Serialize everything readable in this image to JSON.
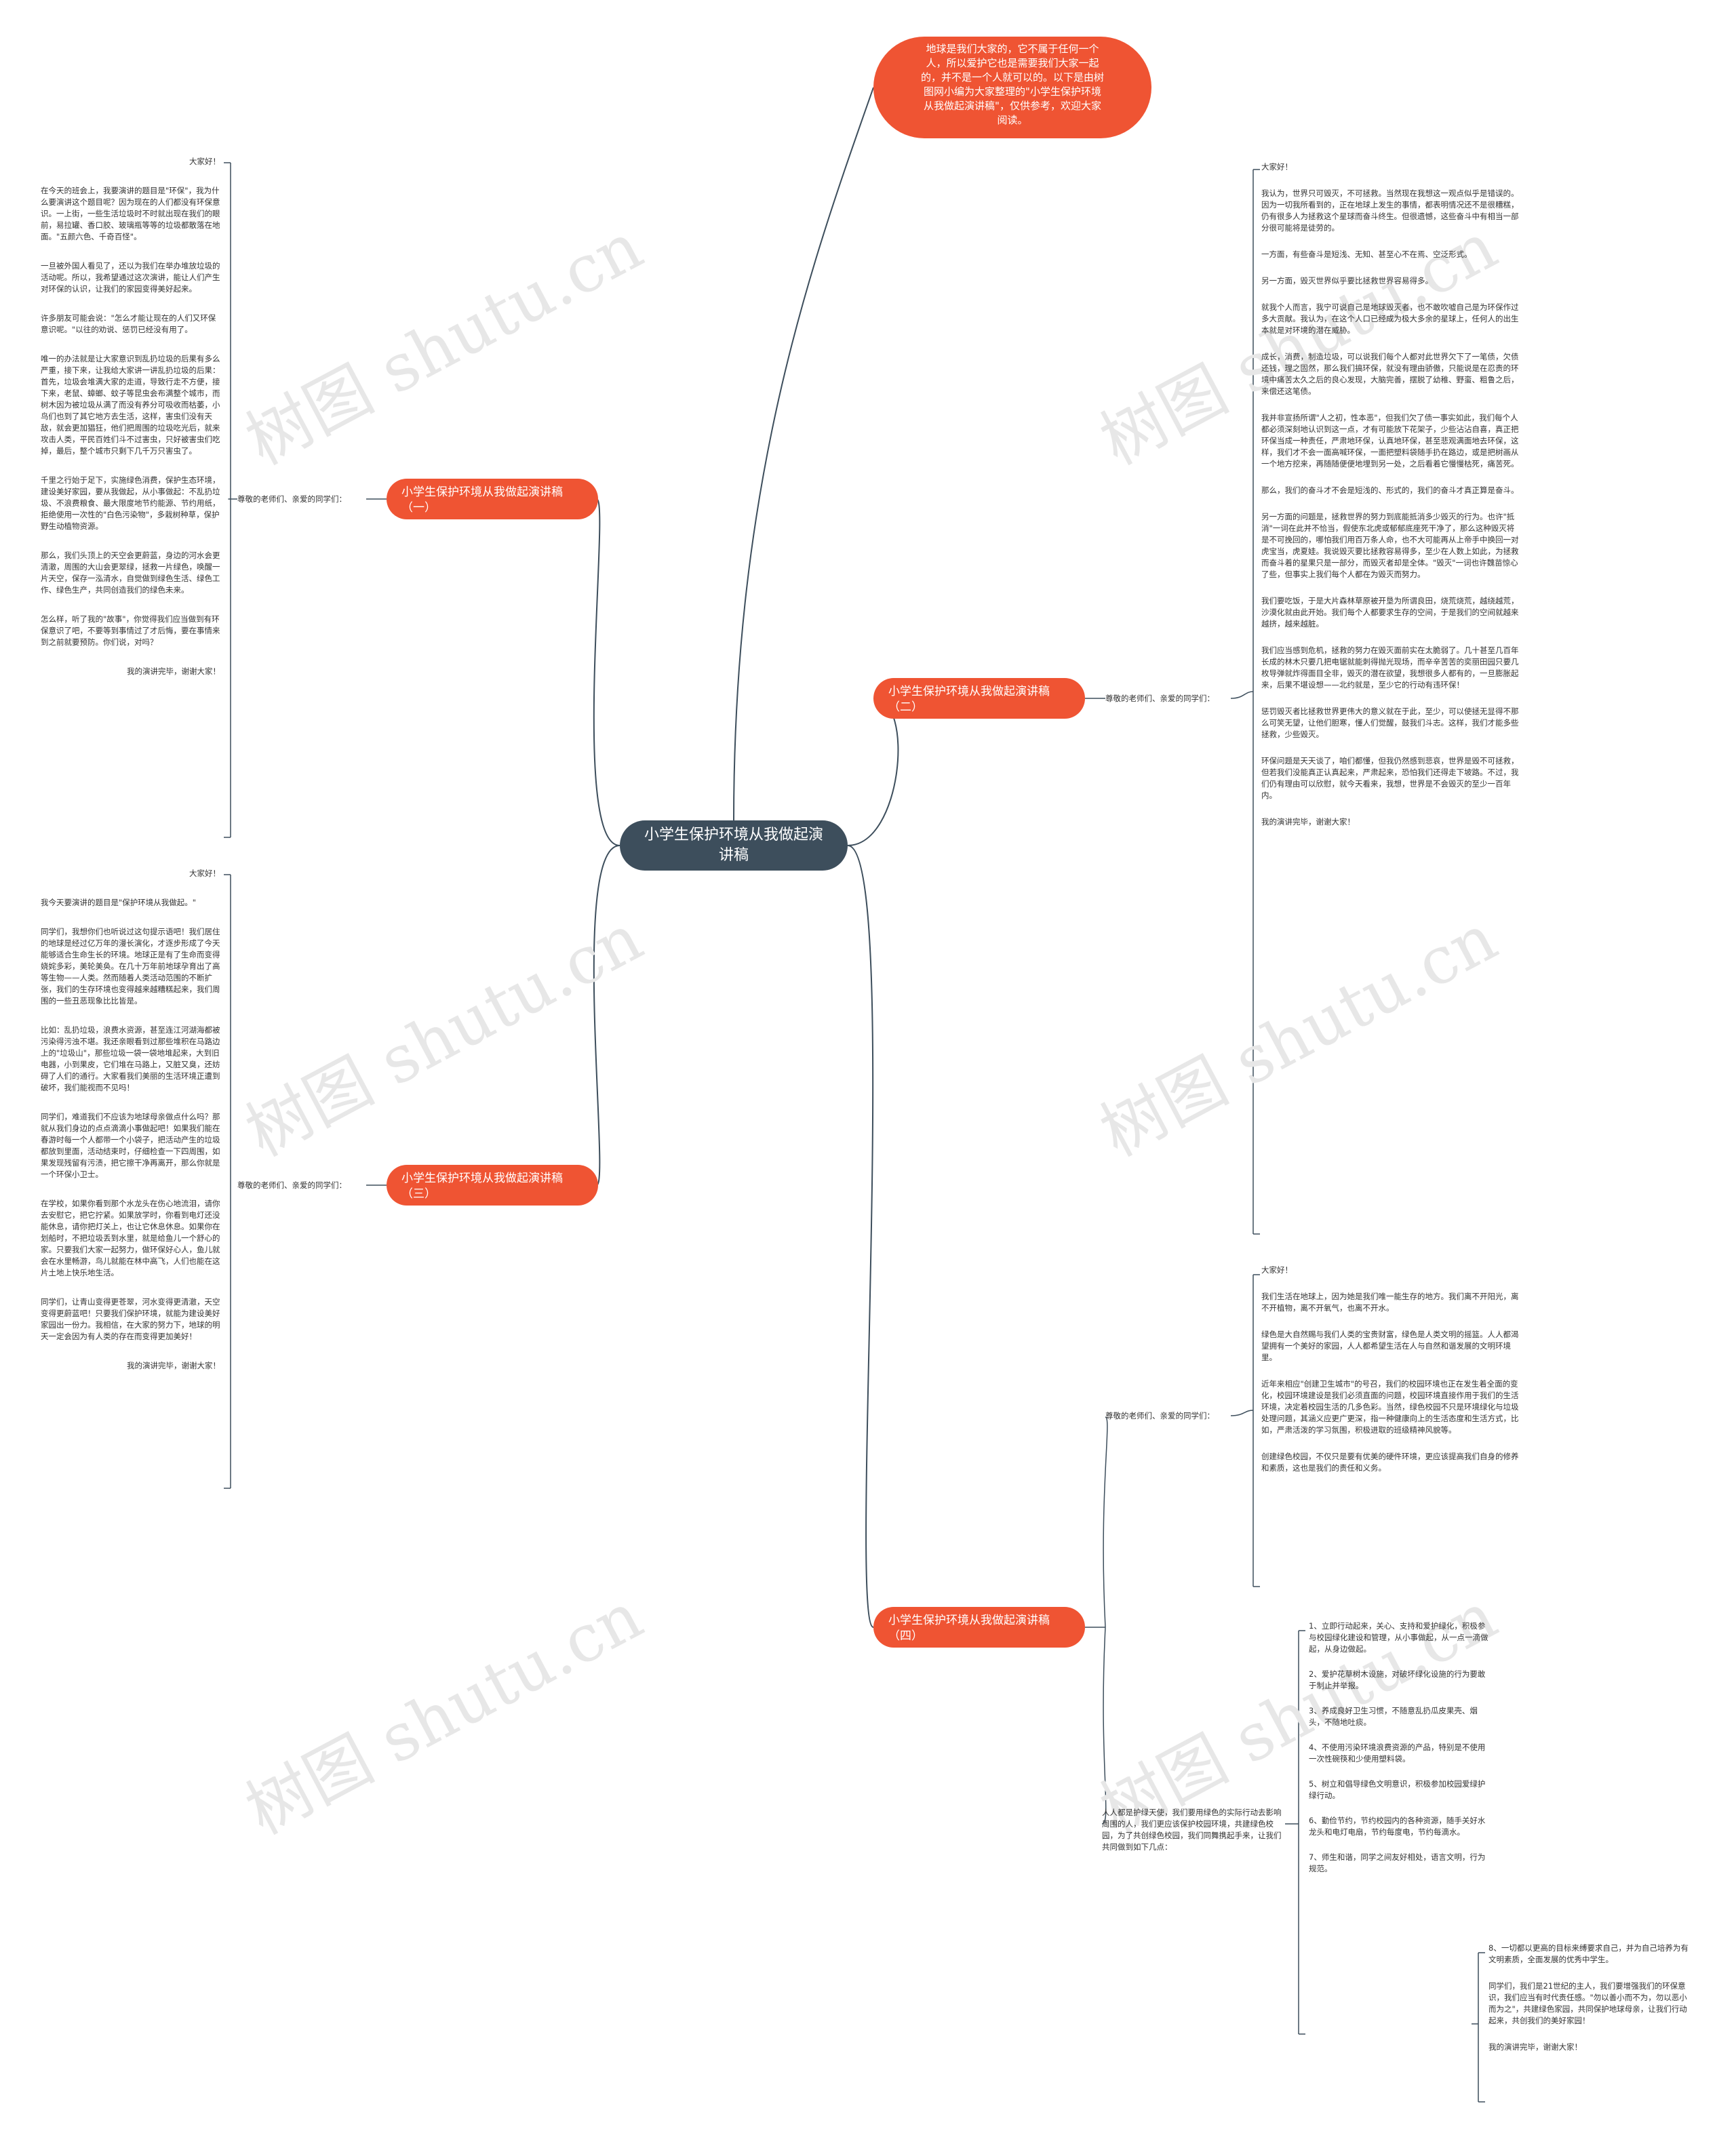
{
  "center": "小学生保护环境从我做起演讲稿",
  "intro": "地球是我们大家的，它不属于任何一个人，所以爱护它也是需要我们大家一起的，并不是一个人就可以的。以下是由树图网小编为大家整理的\"小学生保护环境从我做起演讲稿\"，仅供参考，欢迎大家阅读。",
  "watermark": "树图 shutu.cn",
  "branches": [
    {
      "title": "小学生保护环境从我做起演讲稿（一）",
      "greeting": "尊敬的老师们、亲爱的同学们：",
      "items": [
        "大家好！",
        "在今天的班会上，我要演讲的题目是\"环保\"，我为什么要演讲这个题目呢？因为现在的人们都没有环保意识。一上街，一些生活垃圾时不时就出现在我们的眼前，易拉罐、香口胶、玻璃瓶等等的垃圾都散落在地面。\"五颜六色、千奇百怪\"。",
        "一旦被外国人看见了，还以为我们在举办堆放垃圾的活动呢。所以，我希望通过这次演讲，能让人们产生对环保的认识，让我们的家园变得美好起来。",
        "许多朋友可能会说：\"怎么才能让现在的人们又环保意识呢。\"以往的劝说、惩罚已经没有用了。",
        "唯一的办法就是让大家意识到乱扔垃圾的后果有多么严重，接下来，让我给大家讲一讲乱扔垃圾的后果：首先，垃圾会堆满大家的走道，导致行走不方便，接下来，老鼠、蟑螂、蚊子等昆虫会布满整个城市，而树木因为被垃圾从满了而没有养分可吸收而枯萎，小鸟们也到了其它地方去生活，这样，害虫们没有天敌，就会更加猖狂，他们把周围的垃圾吃光后，就来攻击人类，平民百姓们斗不过害虫，只好被害虫们吃掉，最后，整个城市只剩下几千万只害虫了。",
        "千里之行始于足下，实施绿色消费，保护生态环境，建设美好家园，要从我做起，从小事做起：不乱扔垃圾、不浪费粮食、最大限度地节约能源、节约用纸，拒绝使用一次性的\"白色污染物\"，多栽树种草，保护野生动植物资源。",
        "那么，我们头顶上的天空会更蔚蓝，身边的河水会更清澈，周围的大山会更翠绿，拯救一片绿色，唤醒一片天空，保存一泓清水，自觉做到绿色生活、绿色工作、绿色生产，共同创造我们的绿色未来。",
        "怎么样，听了我的\"故事\"，你觉得我们应当做到有环保意识了吧，不要等到事情过了才后悔，要在事情来到之前就要预防。你们说，对吗？",
        "我的演讲完毕，谢谢大家！"
      ]
    },
    {
      "title": "小学生保护环境从我做起演讲稿（二）",
      "greeting": "尊敬的老师们、亲爱的同学们：",
      "items": [
        "大家好！",
        "我认为，世界只可毁灭，不可拯救。当然现在我想这一观点似乎是错误的。因为一切我所看到的，正在地球上发生的事情，都表明情况还不是很糟糕，仍有很多人为拯救这个星球而奋斗终生。但很遗憾，这些奋斗中有相当一部分很可能将是徒劳的。",
        "一方面，有些奋斗是短浅、无知、甚至心不在焉、空泛形式。",
        "另一方面，毁灭世界似乎要比拯救世界容易得多。",
        "就我个人而言，我宁可说自己是地球毁灭者，也不敢吹嘘自己是为环保作过多大贡献。我认为，在这个人口已经成为极大多余的星球上，任何人的出生本就是对环境的潜在威胁。",
        "成长，消费，制造垃圾，可以说我们每个人都对此世界欠下了一笔债，欠债还钱，理之固然，那么我们搞环保，就没有理由骄傲，只能说是在忍责的环境中痛苦太久之后的良心发现，大脑完善，摆脱了幼稚、野蛮、粗鲁之后，来偿还这笔债。",
        "我并非宣扬所谓\"人之初，性本恶\"，但我们欠了债一事实如此，我们每个人都必须深刻地认识到这一点，才有可能放下花架子，少些沾沾自喜，真正把环保当成一种责任，严肃地环保，认真地环保，甚至悲观满面地去环保，这样，我们才不会一面高喊环保，一面把塑料袋随手扔在路边，或是把树画从一个地方挖来，再随随便便地埋到另一处，之后看着它慢慢枯死，痛苦死。",
        "那么，我们的奋斗才不会是短浅的、形式的，我们的奋斗才真正算是奋斗。",
        "另一方面的问题是，拯救世界的努力到底能抵消多少毁灭的行为。也许\"抵消\"一词在此并不恰当，假使东北虎或郁郁底座死干净了，那么这种毁灭将是不可挽回的，哪怕我们用百万条人命，也不大可能再从上帝手中换回一对虎宝当，虎夏娃。我说毁灭要比拯救容易得多，至少在人数上如此，为拯救而奋斗着的星果只是一部分，而毁灭者却是全体。\"毁灭\"一词也许魏苗惊心了些，但事实上我们每个人都在为毁灭而努力。",
        "我们要吃饭，于是大片森林草原被开垦为所谓良田，烧荒烧荒，越绕越荒，沙漠化就由此开始。我们每个人都要求生存的空间，于是我们的空间就越来越挤，越来越脏。",
        "我们应当感到危机，拯救的努力在毁灭面前实在太脆弱了。几十甚至几百年长成的林木只要几把电锯就能刺得抛光现场，而辛辛苦苦的奕丽田园只要几枚导弹就炸得面目全非，毁灭的潜在欲望，我想很多人都有的，一旦膨胀起来，后果不堪设想——北约就是，至少它的行动有违环保！",
        "惩罚毁灭者比拯救世界更伟大的意义就在于此，至少，可以使拯无显得不那么可笑无望，让他们胆寒，懂人们觉醒，鼓我们斗志。这样，我们才能多些拯救，少些毁灭。",
        "环保问题是天天谈了，咱们都懂，但我仍然感到悲哀，世界是毁不可拯救，但若我们没能真正认真起来，严肃起来，恐怕我们还得走下坡路。不过，我们仍有理由可以欣慰，就今天看来，我想，世界是不会毁灭的至少一百年内。",
        "我的演讲完毕，谢谢大家！"
      ]
    },
    {
      "title": "小学生保护环境从我做起演讲稿（三）",
      "greeting": "尊敬的老师们、亲爱的同学们：",
      "items": [
        "大家好！",
        "我今天要演讲的题目是\"保护环境从我做起。\"",
        "同学们，我想你们也听说过这句提示语吧！我们居住的地球是经过亿万年的漫长演化，才逐步形成了今天能够适合生命生长的环境。地球正是有了生命而变得娆姹多彩，美轮美奂。在几十万年前地球孕育出了高等生物——人类。然而随着人类活动范围的不断扩张，我们的生存环境也变得越来越糟糕起来，我们周围的一些丑恶现象比比皆是。",
        "比如：乱扔垃圾，浪费水资源，甚至连江河湖海都被污染得污浊不堪。我还亲眼看到过那些堆积在马路边上的\"垃圾山\"，那些垃圾一袋一袋地堆起来，大到旧电器，小到果皮，它们堆在马路上，又脏又臭，还妨碍了人们的通行。大家看我们美丽的生活环境正遭到破坏，我们能视而不见吗！",
        "同学们，难道我们不应该为地球母亲做点什么吗？那就从我们身边的点点滴滴小事做起吧！如果我们能在春游时每一个人都带一个小袋子，把活动产生的垃圾都放到里面，活动结束时，仔细检查一下四周围，如果发现残留有污渍，把它擦干净再离开，那么你就是一个环保小卫士。",
        "在学校，如果你看到那个水龙头在伤心地流泪，请你去安慰它，把它拧紧。如果放学时，你看到电灯还没能休息，请你把灯关上，也让它休息休息。如果你在划船时，不把垃圾丢到水里，就是给鱼儿一个舒心的家。只要我们大家一起努力，做环保好心人，鱼儿就会在水里畅游，鸟儿就能在林中高飞，人们也能在这片土地上快乐地生活。",
        "同学们，让青山变得更苍翠，河水变得更清澈，天空变得更蔚蓝吧！只要我们保护环境，就能为建设美好家园出一份力。我相信，在大家的努力下，地球的明天一定会因为有人类的存在而变得更加美好！",
        "我的演讲完毕，谢谢大家！"
      ]
    },
    {
      "title": "小学生保护环境从我做起演讲稿（四）",
      "greeting": "尊敬的老师们、亲爱的同学们：",
      "items": [
        "大家好！",
        "我们生活在地球上，因为她是我们唯一能生存的地方。我们离不开阳光，离不开植物，离不开氧气，也离不开水。",
        "绿色是大自然赐与我们人类的宝贵财富，绿色是人类文明的摇篮。人人都渴望拥有一个美好的家园，人人都希望生活在人与自然和谐发展的文明环境里。",
        "近年来相应\"创建卫生城市\"的号召，我们的校园环境也正在发生着全面的变化，校园环境建设是我们必须直面的问题，校园环境直接作用于我们的生活环境，决定着校园生活的几多色彩。当然，绿色校园不只是环境绿化与垃圾处理问题，其涵义应更广更深，指一种健康向上的生活态度和生活方式，比如，严肃活泼的学习氛围，积极进取的班级精神风貌等。",
        "创建绿色校园，不仅只是要有优美的硬件环境，更应该提高我们自身的修养和素质，这也是我们的责任和义务。"
      ],
      "action_intro": "人人都是护绿天使，我们要用绿色的实际行动去影响周围的人，我们更应该保护校园环境，共建绿色校园，为了共创绿色校园，我们同舞携起手来，让我们共同做到如下几点：",
      "actions": [
        "1、立即行动起来，关心、支持和爱护绿化，积极参与校园绿化建设和管理，从小事做起，从一点一滴做起，从身边做起。",
        "2、爱护花草树木设施，对破坏绿化设施的行为要敢于制止并举报。",
        "3、养成良好卫生习惯，不随意乱扔瓜皮果壳、烟头，不随地吐痰。",
        "4、不使用污染环境浪费资源的产品，特别是不使用一次性碗筷和少使用塑料袋。",
        "5、树立和倡导绿色文明意识，积极参加校园爱绿护绿行动。",
        "6、勤俭节约，节约校园内的各种资源，随手关好水龙头和电灯电扇，节约每度电，节约每滴水。",
        "7、师生和谐，同学之间友好相处，语言文明，行为规范。"
      ],
      "closing": [
        "8、一切都以更高的目标来缚要求自己，并为自己培养为有文明素质，全面发展的优秀中学生。",
        "同学们，我们是21世纪的主人，我们要增强我们的环保意识，我们应当有时代责任感。\"勿以善小而不为，勿以恶小而为之\"，共建绿色家园，共同保护地球母亲，让我们行动起来，共创我们的美好家园！",
        "我的演讲完毕，谢谢大家！"
      ]
    }
  ],
  "colors": {
    "center": "#3d4e5c",
    "branch": "#ef5433",
    "line": "#3d4e5c",
    "text": "#333333"
  }
}
